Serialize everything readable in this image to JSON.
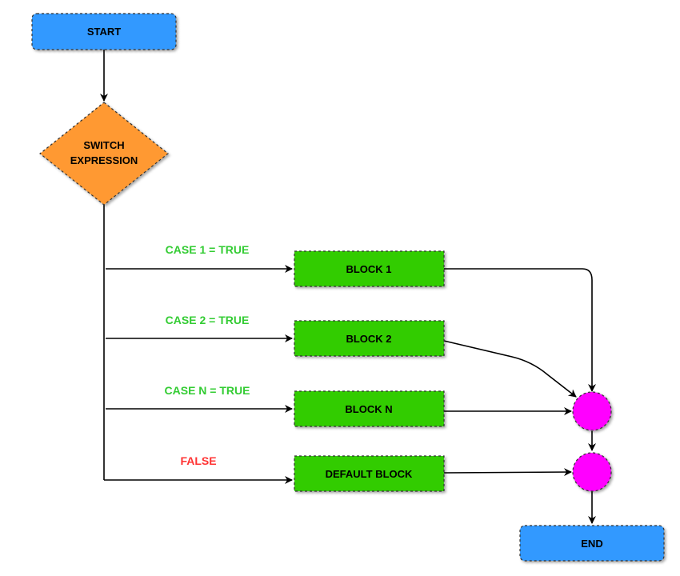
{
  "nodes": {
    "start": {
      "label": "START",
      "color": "#3399FF"
    },
    "switch": {
      "label_line1": "SWITCH",
      "label_line2": "EXPRESSION",
      "color": "#FF9933"
    },
    "block1": {
      "label": "BLOCK 1",
      "color": "#33CC00"
    },
    "block2": {
      "label": "BLOCK 2",
      "color": "#33CC00"
    },
    "blockN": {
      "label": "BLOCK N",
      "color": "#33CC00"
    },
    "default": {
      "label": "DEFAULT BLOCK",
      "color": "#33CC00"
    },
    "end": {
      "label": "END",
      "color": "#3399FF"
    },
    "merge_color": "#FF00FF"
  },
  "edges": {
    "case1": {
      "label": "CASE 1 = TRUE",
      "color": "#33CC33"
    },
    "case2": {
      "label": "CASE 2 = TRUE",
      "color": "#33CC33"
    },
    "caseN": {
      "label": "CASE N = TRUE",
      "color": "#33CC33"
    },
    "false": {
      "label": "FALSE",
      "color": "#FF3333"
    }
  }
}
